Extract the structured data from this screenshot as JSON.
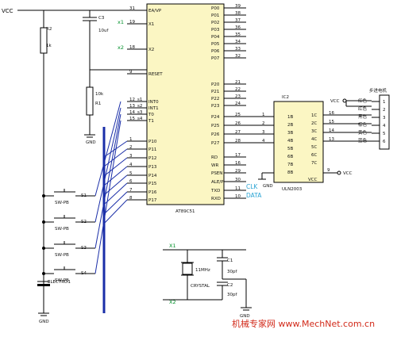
{
  "vcc_label": "VCC",
  "mcu": {
    "name": "AT89C51",
    "left_pins": [
      {
        "num": "31",
        "name": "EA/VP"
      },
      {
        "num": "19",
        "name": "X1"
      },
      {
        "num": "18",
        "name": "X2"
      },
      {
        "num": "9",
        "name": "RESET"
      },
      {
        "num": "12",
        "name": "INT0"
      },
      {
        "num": "13",
        "name": "INT1"
      },
      {
        "num": "14",
        "name": "T0"
      },
      {
        "num": "15",
        "name": "T1"
      },
      {
        "num": "1",
        "name": "P10"
      },
      {
        "num": "2",
        "name": "P11"
      },
      {
        "num": "3",
        "name": "P12"
      },
      {
        "num": "4",
        "name": "P13"
      },
      {
        "num": "5",
        "name": "P14"
      },
      {
        "num": "6",
        "name": "P15"
      },
      {
        "num": "7",
        "name": "P16"
      },
      {
        "num": "8",
        "name": "P17"
      }
    ],
    "right_pins": [
      {
        "num": "39",
        "name": "P00"
      },
      {
        "num": "38",
        "name": "P01"
      },
      {
        "num": "37",
        "name": "P02"
      },
      {
        "num": "36",
        "name": "P03"
      },
      {
        "num": "35",
        "name": "P04"
      },
      {
        "num": "34",
        "name": "P05"
      },
      {
        "num": "33",
        "name": "P06"
      },
      {
        "num": "32",
        "name": "P07"
      },
      {
        "num": "21",
        "name": "P20"
      },
      {
        "num": "22",
        "name": "P21"
      },
      {
        "num": "23",
        "name": "P22"
      },
      {
        "num": "24",
        "name": "P23"
      },
      {
        "num": "25",
        "name": "P24"
      },
      {
        "num": "26",
        "name": "P25"
      },
      {
        "num": "27",
        "name": "P26"
      },
      {
        "num": "28",
        "name": "P27"
      },
      {
        "num": "17",
        "name": "RD"
      },
      {
        "num": "16",
        "name": "WR"
      },
      {
        "num": "29",
        "name": "PSEN"
      },
      {
        "num": "30",
        "name": "ALE/P"
      },
      {
        "num": "11",
        "name": "TXD"
      },
      {
        "num": "10",
        "name": "RXD"
      }
    ],
    "pin_net_labels": {
      "x1": "x1",
      "x2": "x2",
      "s1": "s1",
      "s2": "s2",
      "s3": "s3",
      "s4": "s4"
    }
  },
  "ic2": {
    "ref": "IC2",
    "name": "ULN2003",
    "in_pins": [
      "1B",
      "2B",
      "3B",
      "4B",
      "5B",
      "6B",
      "7B",
      "8B"
    ],
    "out_pins": [
      "1C",
      "2C",
      "3C",
      "4C",
      "5C",
      "6C",
      "7C"
    ],
    "in_nums": [
      "1",
      "2",
      "3",
      "4"
    ],
    "out_nums": [
      "16",
      "15",
      "14",
      "13"
    ],
    "vcc_pin": "VCC",
    "vcc_num": "9"
  },
  "motor": {
    "title": "步进电机",
    "pins": [
      "1",
      "2",
      "3",
      "4",
      "5",
      "6"
    ],
    "wires": [
      "红色",
      "红色",
      "黑色",
      "棕色",
      "黄色",
      "蓝色"
    ]
  },
  "clk_label": "CLK",
  "data_label": "DATA",
  "gnd": "GND",
  "components": {
    "c3": {
      "ref": "C3",
      "val": "10uf"
    },
    "r2": {
      "ref": "R2",
      "val": "1k"
    },
    "r1": {
      "ref": "R1",
      "val": "10k"
    },
    "switches": [
      {
        "ref": "S1",
        "type": "SW-PB"
      },
      {
        "ref": "S2",
        "type": "SW-PB"
      },
      {
        "ref": "S3",
        "type": "SW-PB"
      },
      {
        "ref": "S4",
        "type": "SW-PB"
      }
    ],
    "led": "ELECTRO1",
    "crystal": {
      "ref": "11MHz",
      "type": "CRYSTAL"
    },
    "c1": {
      "ref": "C1",
      "val": "30pf"
    },
    "c2": {
      "ref": "C2",
      "val": "30pf"
    },
    "x1": "X1",
    "x2": "X2"
  },
  "watermark": "机械专家网 www.MechNet.com.cn",
  "colors": {
    "wire_blue": "#1a2ea8",
    "chip_fill": "#fbf6c3",
    "net_green": "#00902a",
    "clk_cyan": "#2aa4d4",
    "watermark_red": "#d22a1a"
  }
}
